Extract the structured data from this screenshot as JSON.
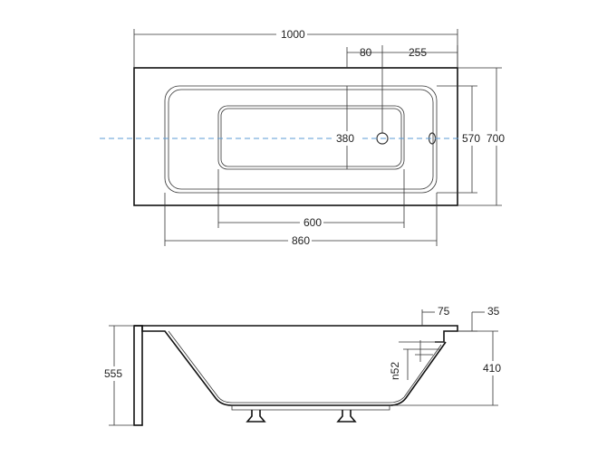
{
  "top_view": {
    "dims": {
      "length": "1000",
      "overflow_offset": "80",
      "drain_offset": "255",
      "width_outer": "700",
      "width_inner": "570",
      "inner_floor_width": "380",
      "floor_length": "600",
      "inner_length": "860"
    },
    "centerline_color": "#5b9bd5"
  },
  "side_view": {
    "dims": {
      "total_height": "555",
      "rim_offset": "75",
      "rim_thickness": "35",
      "depth": "410",
      "overflow_height": "n52"
    }
  }
}
